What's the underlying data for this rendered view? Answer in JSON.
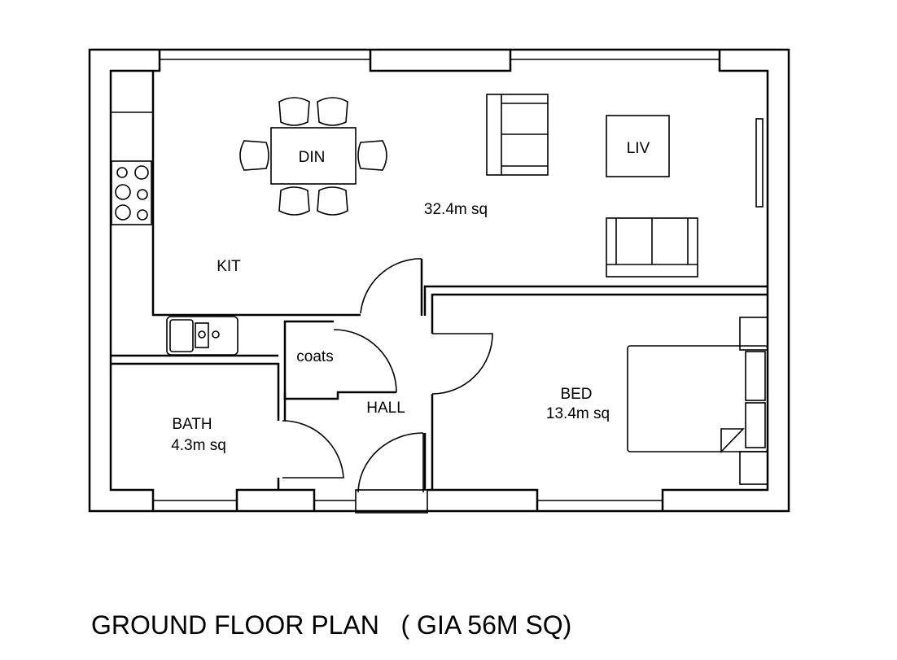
{
  "plan": {
    "title": "GROUND FLOOR PLAN   ( GIA 56M SQ)",
    "rooms": {
      "dining": {
        "label": "DIN"
      },
      "living": {
        "label": "LIV",
        "area": "32.4m sq"
      },
      "kitchen": {
        "label": "KIT"
      },
      "coats": {
        "label": "coats"
      },
      "hall": {
        "label": "HALL"
      },
      "bath": {
        "label": "BATH",
        "area": "4.3m sq"
      },
      "bed": {
        "label": "BED",
        "area": "13.4m sq"
      }
    }
  }
}
